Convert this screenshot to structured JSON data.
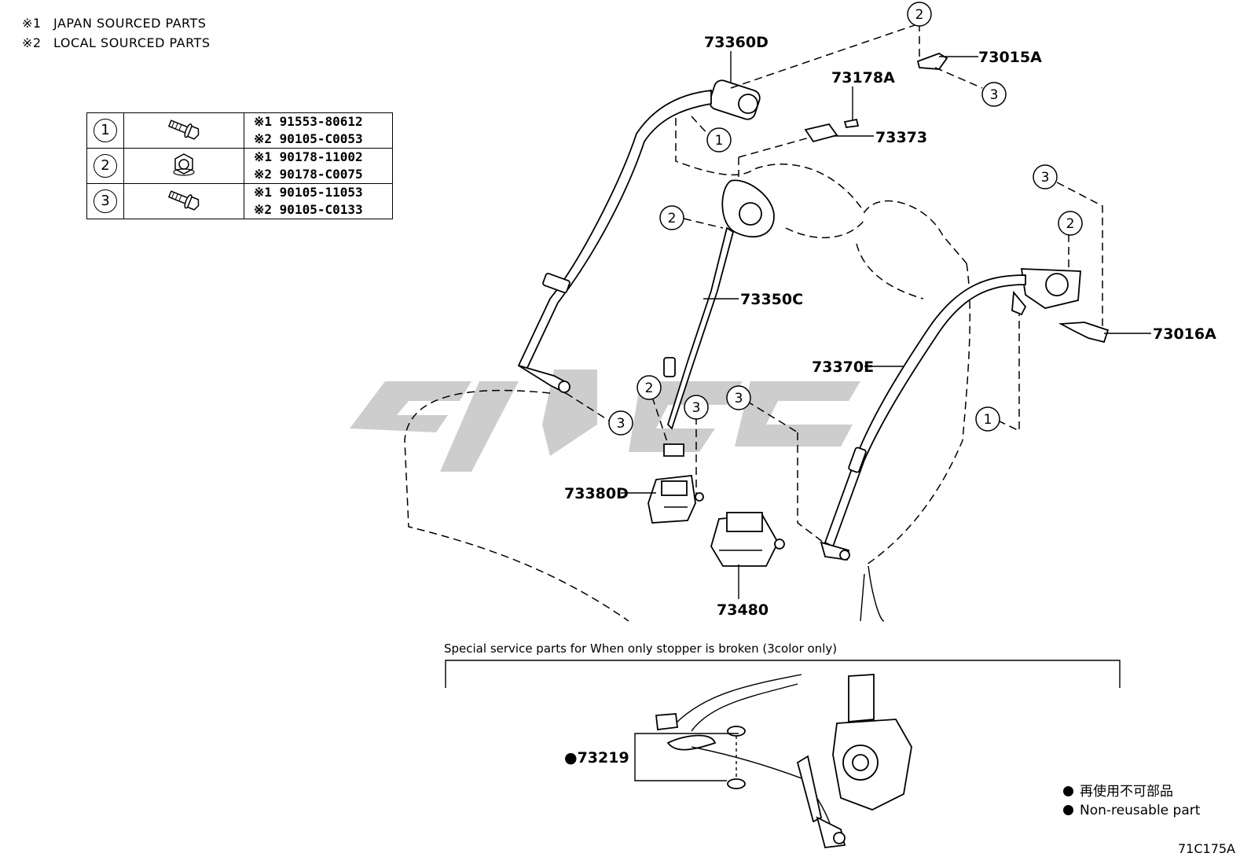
{
  "notes": [
    {
      "marker": "※1",
      "text": "JAPAN SOURCED PARTS"
    },
    {
      "marker": "※2",
      "text": "LOCAL SOURCED PARTS"
    }
  ],
  "fastener_table": [
    {
      "ref": "1",
      "icon": "bolt-with-washer-icon",
      "part1": "※1 91553-80612",
      "part2": "※2 90105-C0053"
    },
    {
      "ref": "2",
      "icon": "flange-nut-icon",
      "part1": "※1 90178-11002",
      "part2": "※2 90178-C0075"
    },
    {
      "ref": "3",
      "icon": "bolt-with-washer-icon",
      "part1": "※1 90105-11053",
      "part2": "※2 90105-C0133"
    }
  ],
  "part_labels": {
    "p73360D": "73360D",
    "p73015A": "73015A",
    "p73178A": "73178A",
    "p73373": "73373",
    "p73350C": "73350C",
    "p73016A": "73016A",
    "p73370E": "73370E",
    "p73380D": "73380D",
    "p73480": "73480",
    "p73219": "●73219"
  },
  "callouts": {
    "one": "1",
    "two": "2",
    "three": "3"
  },
  "special_section_title": "Special service parts for When only stopper is broken (3color only)",
  "legend": {
    "jp": "再使用不可部品",
    "en": "Non-reusable part"
  },
  "drawing_code": "71C175A",
  "colors": {
    "line": "#000000",
    "background": "#ffffff",
    "watermark": "#c8c8c8"
  }
}
